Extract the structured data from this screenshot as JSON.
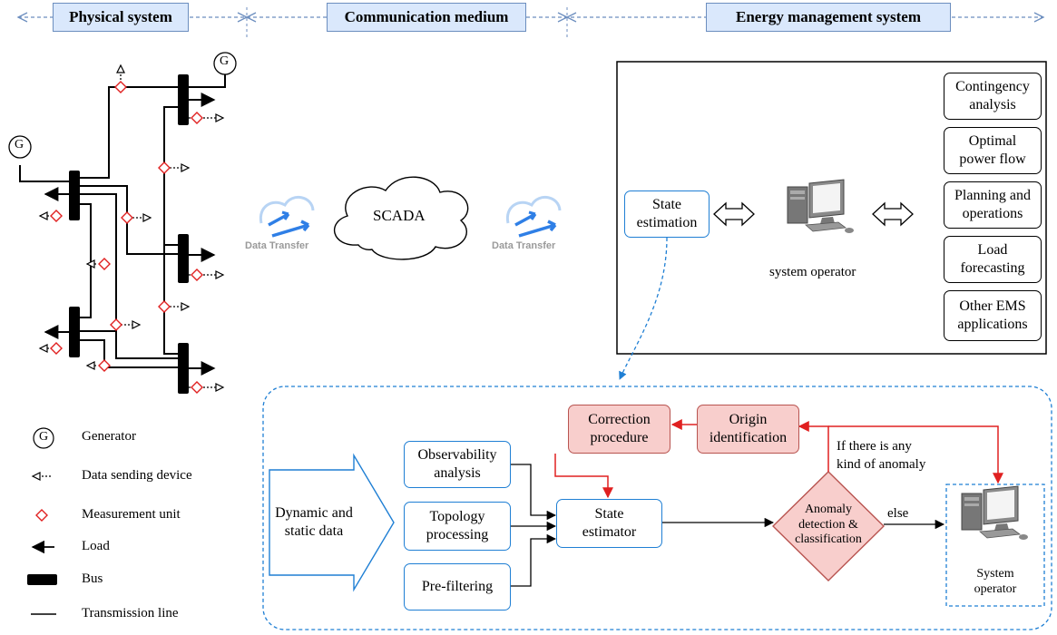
{
  "headers": {
    "physical": "Physical system",
    "communication": "Communication medium",
    "ems": "Energy management system"
  },
  "generator_symbol": "G",
  "scada": "SCADA",
  "data_transfer": "Data Transfer",
  "ems_panel": {
    "state_estimation": "State\nestimation",
    "operator_label": "system operator",
    "applications": [
      "Contingency\nanalysis",
      "Optimal\npower flow",
      "Planning and\noperations",
      "Load\nforecasting",
      "Other EMS\napplications"
    ]
  },
  "process": {
    "input": "Dynamic and\nstatic data",
    "observability": "Observability\nanalysis",
    "topology": "Topology\nprocessing",
    "prefiltering": "Pre-filtering",
    "state_estimator": "State\nestimator",
    "correction": "Correction\nprocedure",
    "origin": "Origin\nidentification",
    "anomaly": "Anomaly\ndetection &\nclassification",
    "anomaly_note": "If there is any\nkind of anomaly",
    "else_label": "else",
    "system_operator": "System\noperator"
  },
  "legend": [
    {
      "icon": "generator-icon",
      "label": "Generator"
    },
    {
      "icon": "data-sending-device-icon",
      "label": "Data sending device"
    },
    {
      "icon": "measurement-unit-icon",
      "label": "Measurement unit"
    },
    {
      "icon": "load-icon",
      "label": "Load"
    },
    {
      "icon": "bus-icon",
      "label": "Bus"
    },
    {
      "icon": "transmission-line-icon",
      "label": "Transmission line"
    }
  ],
  "colors": {
    "header_fill": "#dae8fc",
    "header_border": "#6c8ebf",
    "blue": "#1f7fd4",
    "red": "#e02020",
    "red_box_fill": "#f8cecc",
    "red_box_border": "#b85450",
    "measurement": "#e02020"
  }
}
